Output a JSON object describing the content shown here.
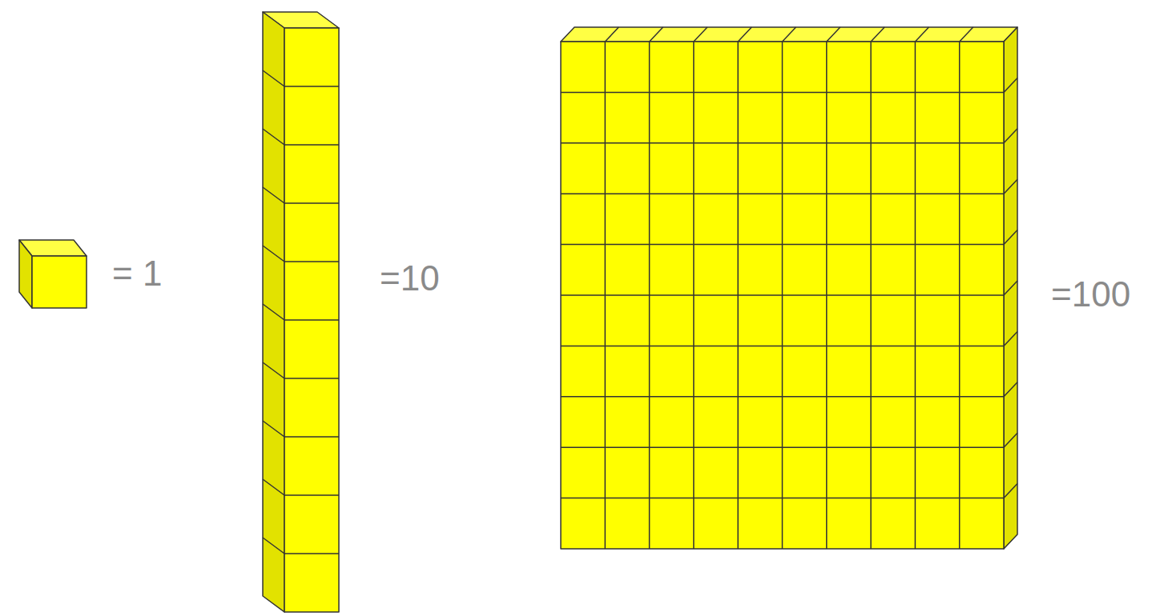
{
  "diagram": {
    "labels": [
      "= 1",
      "=10",
      "=100"
    ]
  }
}
